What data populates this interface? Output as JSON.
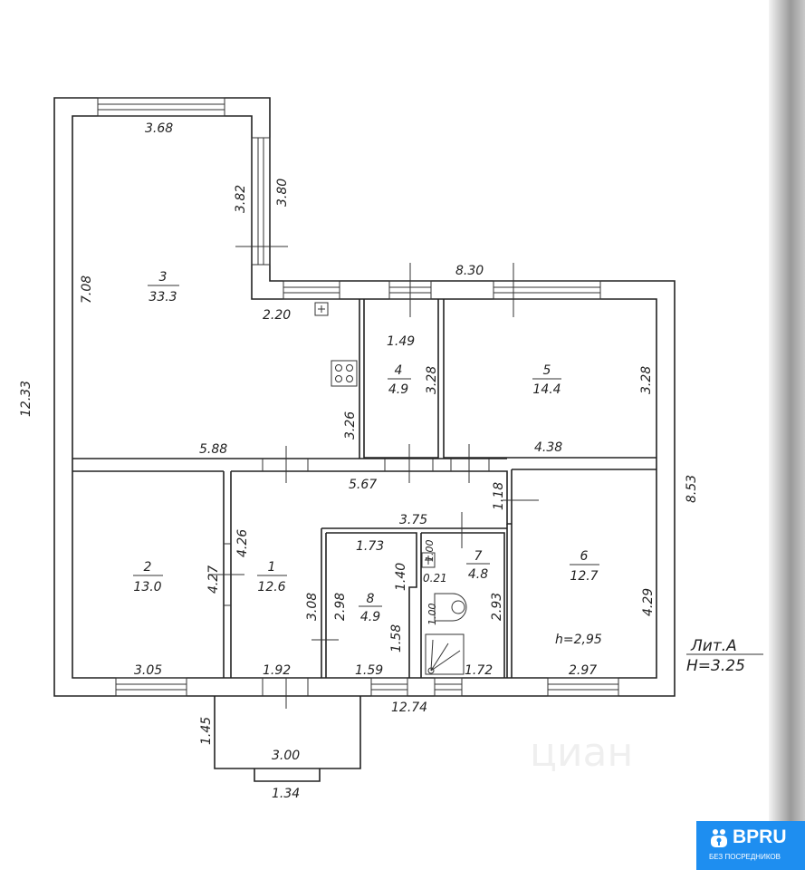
{
  "plan": {
    "rooms": [
      {
        "num": "3",
        "area": "33.3"
      },
      {
        "num": "4",
        "area": "4.9"
      },
      {
        "num": "5",
        "area": "14.4"
      },
      {
        "num": "2",
        "area": "13.0"
      },
      {
        "num": "1",
        "area": "12.6"
      },
      {
        "num": "8",
        "area": "4.9"
      },
      {
        "num": "7",
        "area": "4.8"
      },
      {
        "num": "6",
        "area": "12.7"
      }
    ],
    "dims": {
      "d368": "3.68",
      "d382": "3.82",
      "d380": "3.80",
      "d708": "7.08",
      "d1233": "12.33",
      "d220": "2.20",
      "d830": "8.30",
      "d149": "1.49",
      "d328a": "3.28",
      "d328b": "3.28",
      "d326": "3.26",
      "d588": "5.88",
      "d438": "4.38",
      "d853": "8.53",
      "d567": "5.67",
      "d118": "1.18",
      "d375": "3.75",
      "d426": "4.26",
      "d427": "4.27",
      "d173": "1.73",
      "d100": "1.00",
      "d140": "1.40",
      "d021": "0.21",
      "d308": "3.08",
      "d298": "2.98",
      "d293": "2.93",
      "d429": "4.29",
      "d158": "1.58",
      "d305": "3.05",
      "d192": "1.92",
      "d159": "1.59",
      "d172": "1.72",
      "d297": "2.97",
      "d1274": "12.74",
      "d145": "1.45",
      "d300": "3.00",
      "d134": "1.34",
      "d100b": "1.00"
    },
    "height_room": "h=2,95",
    "lit": "Лит.А",
    "height_total": "H=3.25"
  },
  "watermark": "циан",
  "badge": {
    "name": "BPRU",
    "subtitle": "БЕЗ ПОСРЕДНИКОВ",
    "color": "#1e8ef0"
  }
}
